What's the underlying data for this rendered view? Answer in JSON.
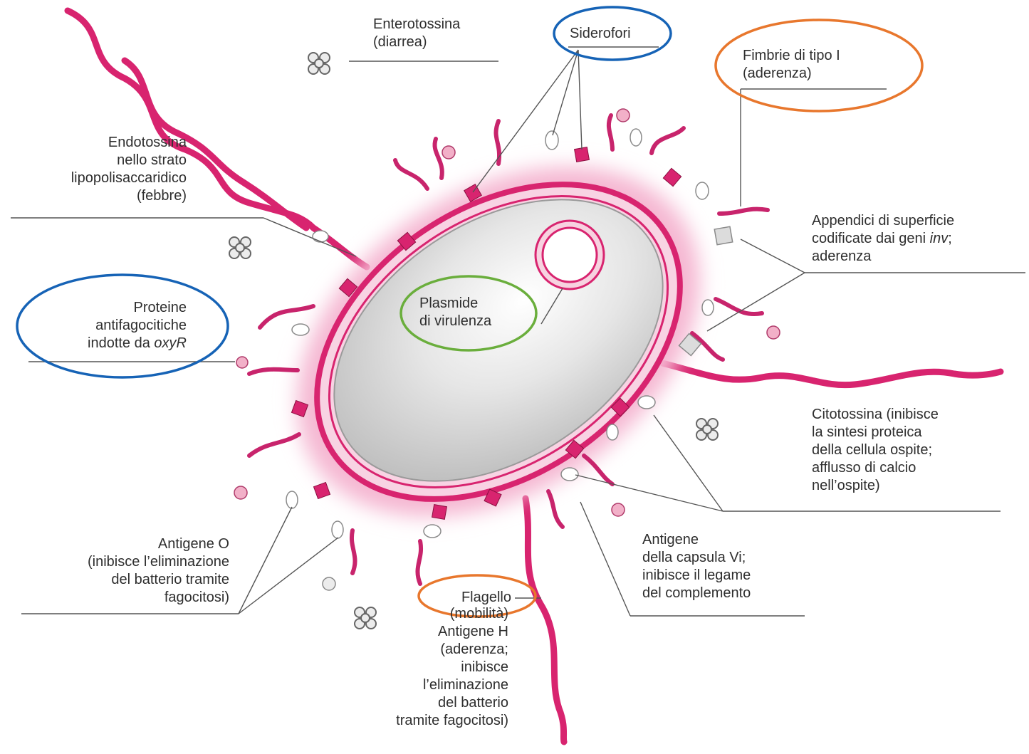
{
  "colors": {
    "magenta": "#d8246f",
    "membrane_glow": "#f5b7d2",
    "cell_body": "#d7d7d7",
    "highlight_blue": "#1663b6",
    "highlight_orange": "#e8772d",
    "highlight_green": "#6aae3c"
  },
  "labels": {
    "enterotossina": "Enterotossina\n(diarrea)",
    "siderofori": "Siderofori",
    "fimbrie": "Fimbrie di tipo I\n(aderenza)",
    "endotossina": "Endotossina\nnello strato\nlipopolisaccaridico\n(febbre)",
    "appendici_1": "Appendici di superficie",
    "appendici_2": "codificate dai geni ",
    "appendici_inv": "inv",
    "appendici_3": ";",
    "appendici_4": "aderenza",
    "plasmide": "Plasmide\ndi virulenza",
    "proteine_1": "Proteine\nantifagocitiche",
    "proteine_2": "indotte da ",
    "proteine_oxyr": "oxyR",
    "citotossina": "Citotossina (inibisce\nla sintesi proteica\ndella cellula ospite;\nafflusso di calcio\nnell’ospite)",
    "antigene_o": "Antigene O\n(inibisce l’eliminazione\ndel batterio tramite\nfagocitosi)",
    "antigene_vi": "Antigene\ndella capsula Vi;\ninibisce il legame\ndel complemento",
    "flagello": "Flagello",
    "flagello_mobilita": "(mobilità)",
    "antigene_h": "Antigene H\n(aderenza;\ninibisce\nl’eliminazione\ndel batterio\ntramite fagocitosi)"
  }
}
